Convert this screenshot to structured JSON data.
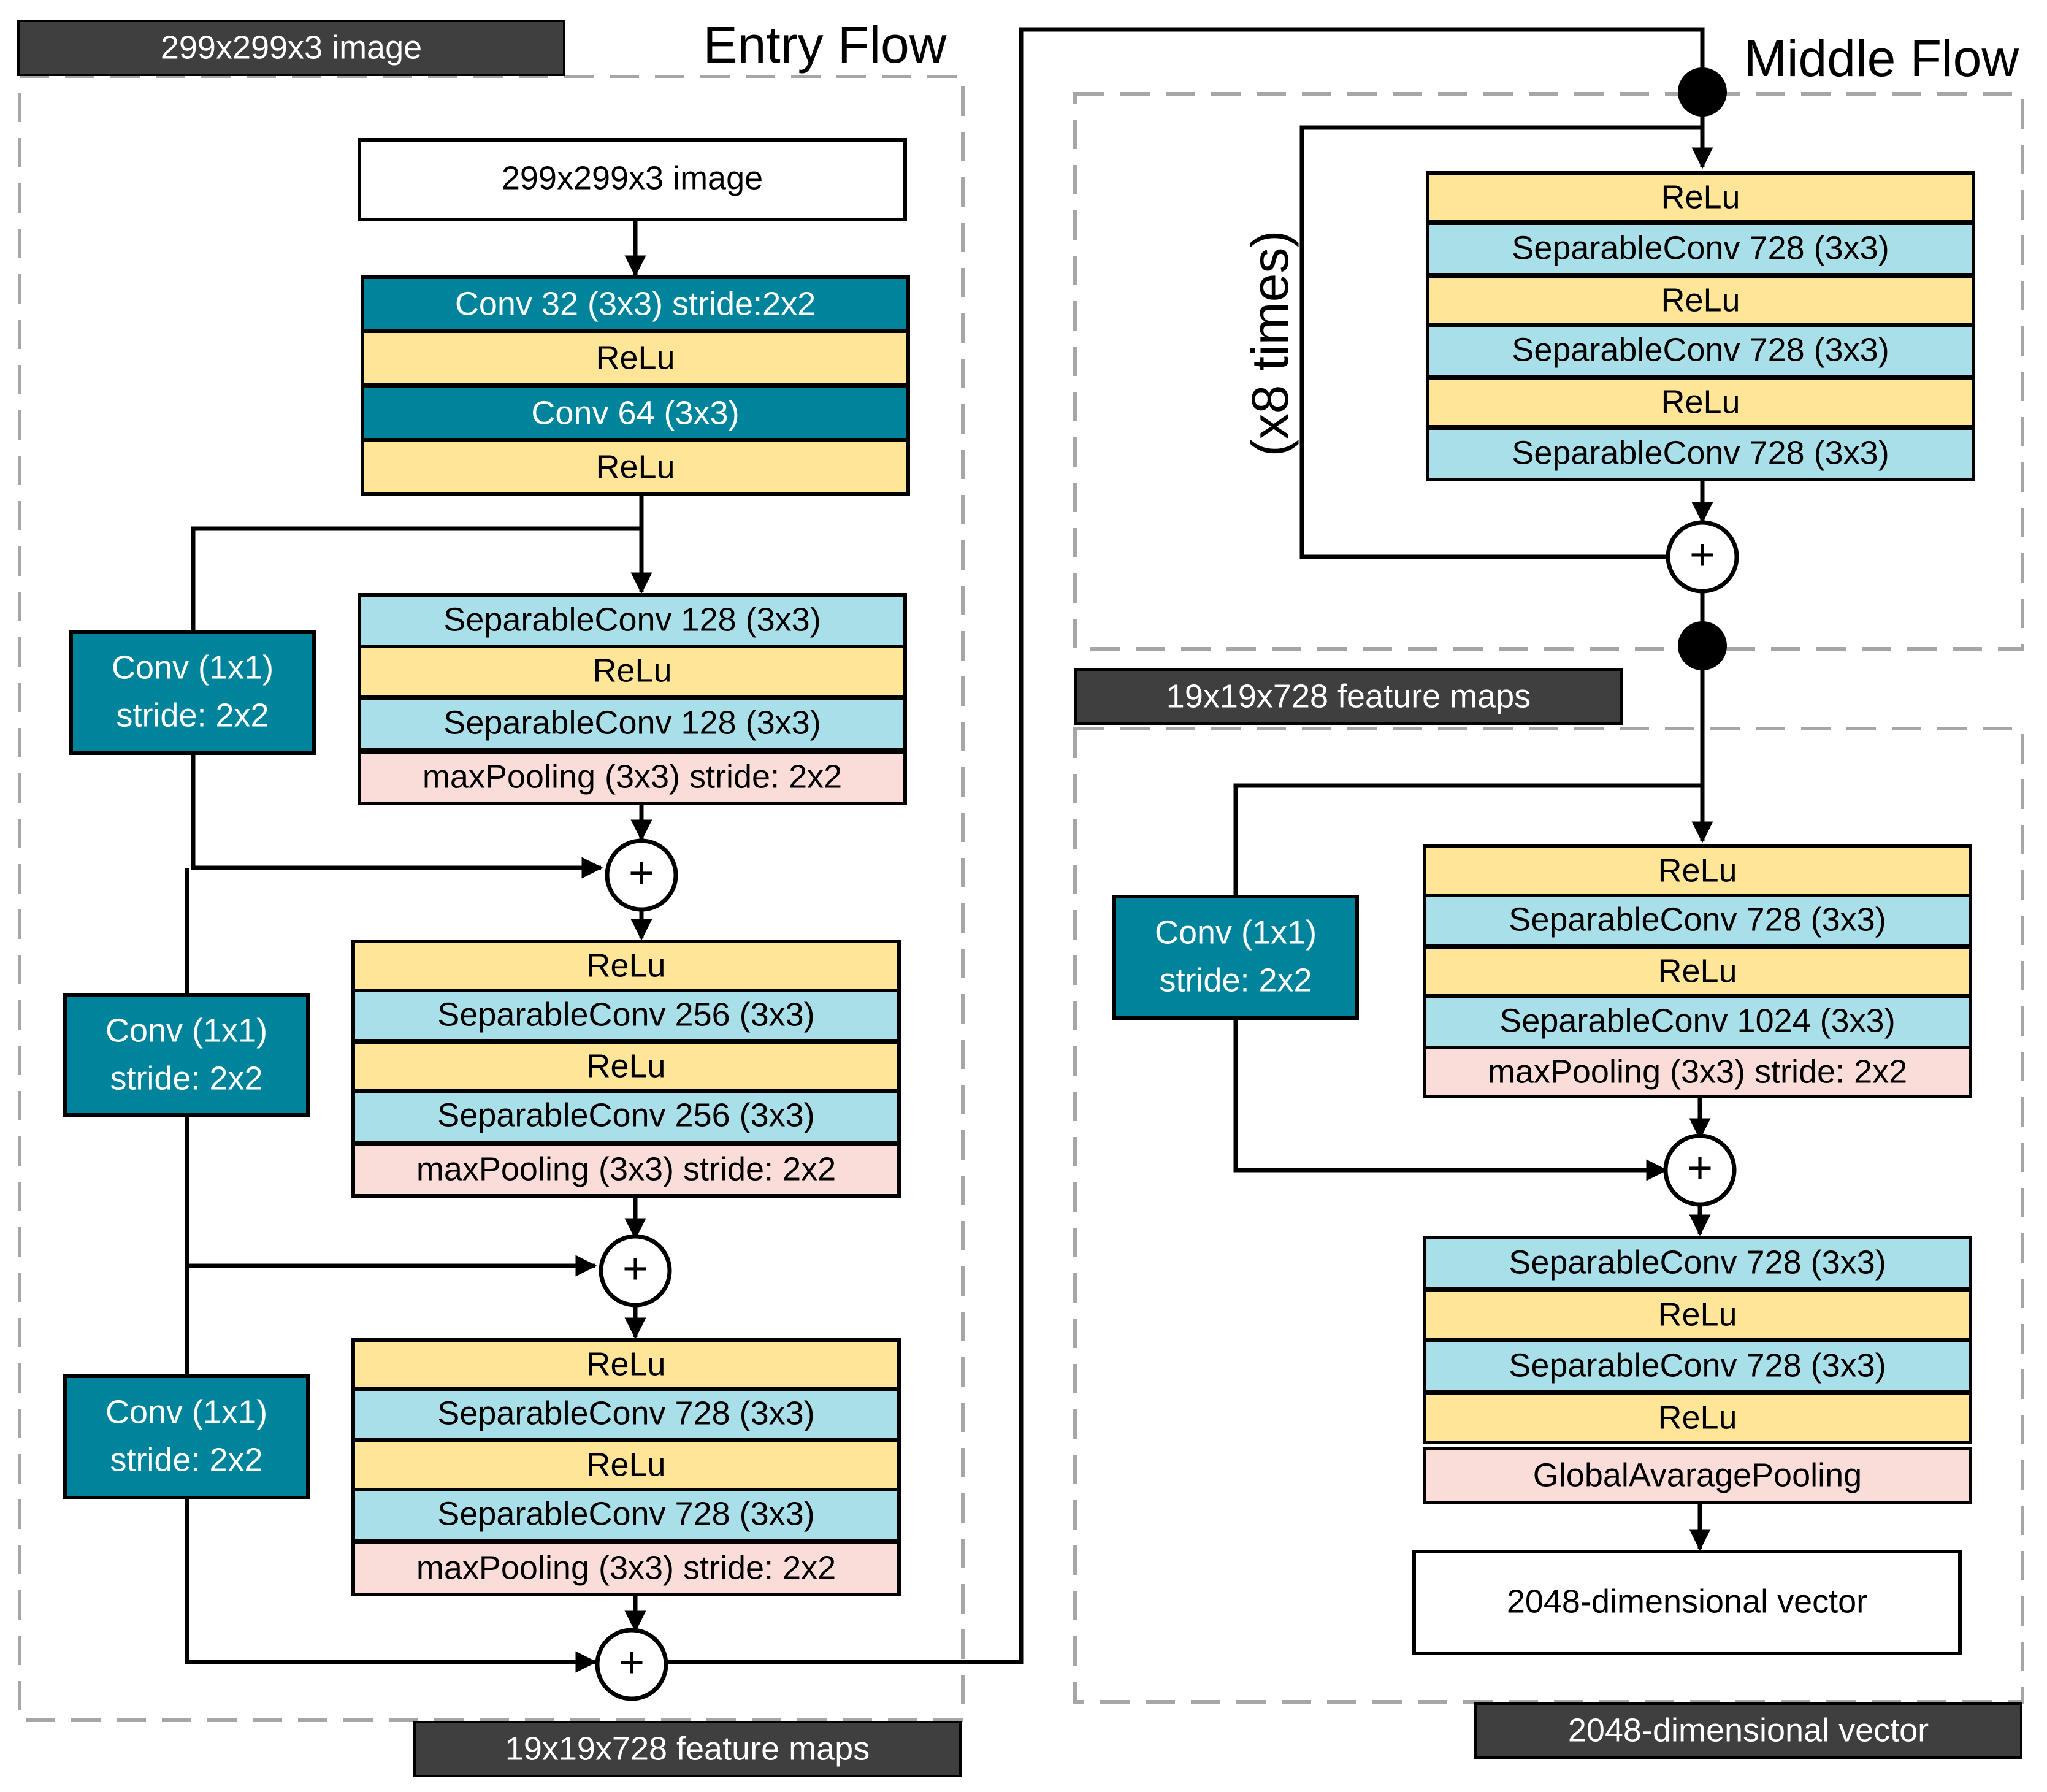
{
  "colors": {
    "conv": "#00849c",
    "relu": "#ffe597",
    "sepconv": "#a9dfe8",
    "pool": "#fadcd9",
    "label_bg": "#3f3f3f",
    "line": "#000000",
    "dash": "#a6a6a6"
  },
  "entry": {
    "title": "Entry Flow",
    "input_tag": "299x299x3 image",
    "output_tag": "19x19x728 feature maps",
    "input_box": "299x299x3 image",
    "stem": [
      "Conv 32 (3x3) stride:2x2",
      "ReLu",
      "Conv 64 (3x3)",
      "ReLu"
    ],
    "block1": [
      "SeparableConv 128 (3x3)",
      "ReLu",
      "SeparableConv 128 (3x3)",
      "maxPooling (3x3) stride: 2x2"
    ],
    "block2": [
      "ReLu",
      "SeparableConv 256 (3x3)",
      "ReLu",
      "SeparableConv 256 (3x3)",
      "maxPooling (3x3) stride: 2x2"
    ],
    "block3": [
      "ReLu",
      "SeparableConv 728 (3x3)",
      "ReLu",
      "SeparableConv 728 (3x3)",
      "maxPooling (3x3) stride: 2x2"
    ],
    "skip_conv": [
      "Conv (1x1)",
      "stride: 2x2"
    ]
  },
  "middle": {
    "title": "Middle Flow",
    "output_tag": "19x19x728 feature maps",
    "repeat": "(x8 times)",
    "block": [
      "ReLu",
      "SeparableConv 728 (3x3)",
      "ReLu",
      "SeparableConv 728 (3x3)",
      "ReLu",
      "SeparableConv 728 (3x3)"
    ]
  },
  "exit": {
    "output_tag": "2048-dimensional vector",
    "block1": [
      "ReLu",
      "SeparableConv 728 (3x3)",
      "ReLu",
      "SeparableConv 1024 (3x3)",
      "maxPooling (3x3) stride: 2x2"
    ],
    "skip_conv": [
      "Conv (1x1)",
      "stride: 2x2"
    ],
    "block2": [
      "SeparableConv 728 (3x3)",
      "ReLu",
      "SeparableConv 728 (3x3)",
      "ReLu",
      "GlobalAvaragePooling"
    ],
    "output_box": "2048-dimensional vector"
  },
  "symbols": {
    "add": "+"
  }
}
